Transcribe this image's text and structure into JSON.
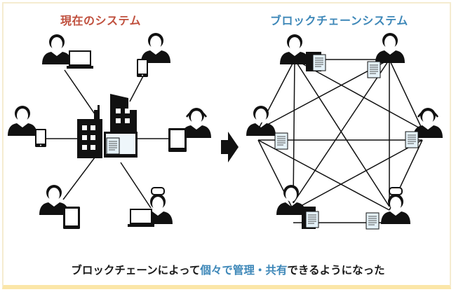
{
  "left_panel": {
    "title": "現在のシステム",
    "title_color": "#c0503e",
    "center_node": "company-server",
    "nodes": [
      {
        "id": "woman-laptop",
        "role": "woman with laptop"
      },
      {
        "id": "waiter-phone",
        "role": "waiter with phone"
      },
      {
        "id": "operator-tablet",
        "role": "call-center operator with tablet"
      },
      {
        "id": "chef-laptop",
        "role": "chef with laptop"
      },
      {
        "id": "woman-tablet",
        "role": "woman with tablet"
      },
      {
        "id": "man-phone",
        "role": "businessman with phone"
      }
    ]
  },
  "right_panel": {
    "title": "ブロックチェーンシステム",
    "title_color": "#3d87b8",
    "topology": "full-mesh",
    "nodes": [
      {
        "id": "woman-ledger",
        "role": "woman with ledger"
      },
      {
        "id": "waiter-ledger",
        "role": "waiter with ledger"
      },
      {
        "id": "operator-ledger",
        "role": "operator with ledger"
      },
      {
        "id": "chef-ledger",
        "role": "chef with ledger"
      },
      {
        "id": "woman2-ledger",
        "role": "woman with ledger"
      },
      {
        "id": "man-ledger",
        "role": "businessman with ledger"
      }
    ]
  },
  "arrow": "right-arrow",
  "caption": {
    "part1": "ブロックチェーンによって",
    "highlight": "個々で管理・共有",
    "part2": "できるようになった",
    "highlight_color": "#3d87b8"
  },
  "colors": {
    "frame_border": "#f5ecd0",
    "frame_bottom": "#fbe6a8",
    "document_fill": "#e4f1f8",
    "icon": "#111111"
  }
}
